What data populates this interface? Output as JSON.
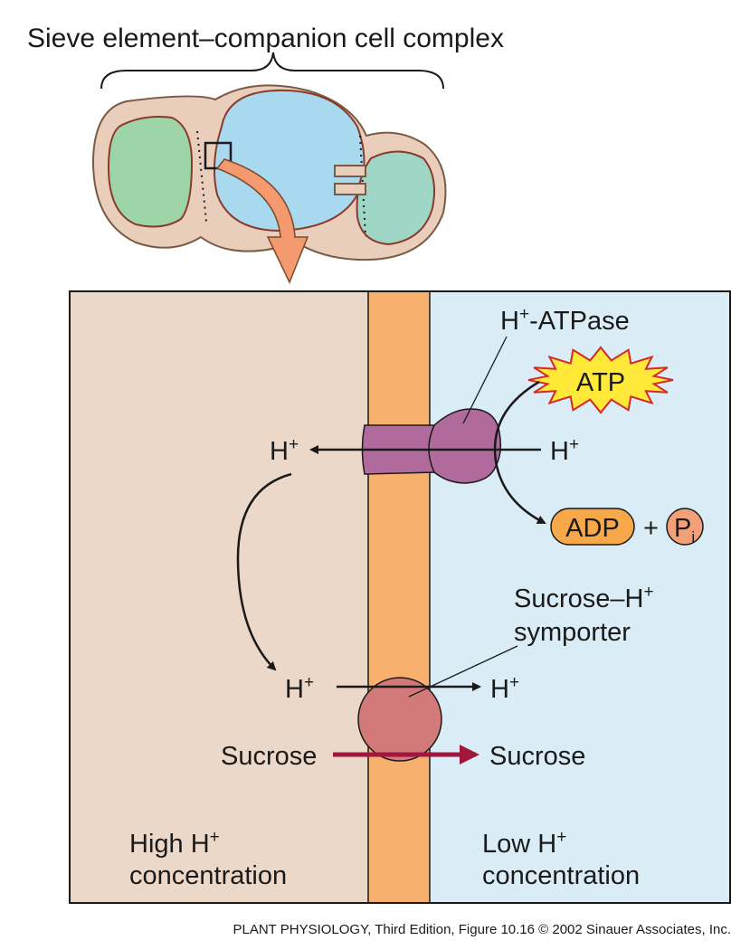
{
  "title": "Sieve element–companion cell complex",
  "atpase": {
    "label_main": "H",
    "label_sup": "+",
    "label_rest": "-ATPase"
  },
  "atp": {
    "label": "ATP"
  },
  "adp": {
    "label": "ADP",
    "plus": "+",
    "pi_main": "P",
    "pi_sub": "i"
  },
  "symporter": {
    "line1_main": "Sucrose–H",
    "line1_sup": "+",
    "line2": "symporter"
  },
  "proton": {
    "main": "H",
    "sup": "+"
  },
  "sucrose": {
    "left": "Sucrose",
    "right": "Sucrose"
  },
  "regions": {
    "high_line1_main": "High H",
    "high_line1_sup": "+",
    "high_line2": "concentration",
    "low_line1_main": "Low H",
    "low_line1_sup": "+",
    "low_line2": "concentration"
  },
  "caption": "PLANT PHYSIOLOGY, Third Edition, Figure 10.16  © 2002 Sinauer Associates, Inc.",
  "colors": {
    "left_compartment": "#ecd8c8",
    "right_compartment": "#daedf7",
    "membrane": "#f7b06e",
    "atpase": "#b06a9c",
    "symporter": "#d27a7a",
    "atp_burst": "#ffe838",
    "adp_pill": "#f7a849",
    "pi_circle": "#f3a07a",
    "sucrose_arrow": "#a0163c",
    "pointer_arrow": "#f49a6e",
    "cell_wall": "#e9cfbb",
    "sieve_element": "#a9d9ef",
    "companion_cell": "#9fd6c6",
    "parenchyma": "#9dd4a8"
  }
}
